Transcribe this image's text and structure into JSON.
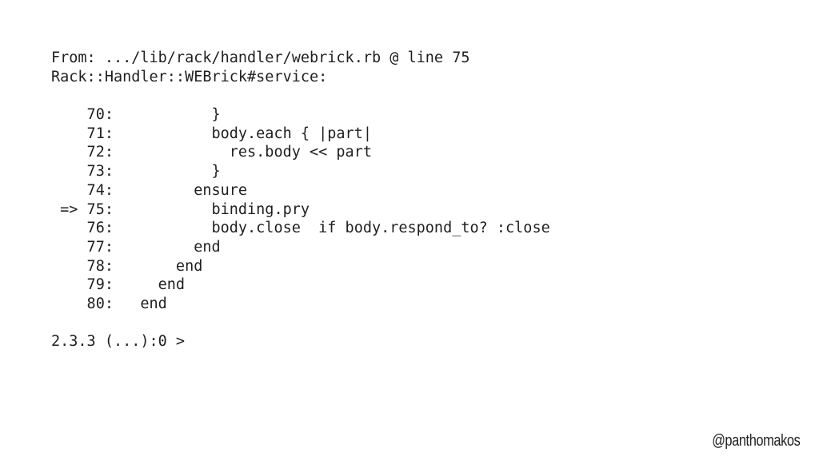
{
  "session": {
    "from_line": "From: .../lib/rack/handler/webrick.rb @ line 75",
    "method_line": "Rack::Handler::WEBrick#service:",
    "code_lines": [
      "    70:           }",
      "    71:           body.each { |part|",
      "    72:             res.body << part",
      "    73:           }",
      "    74:         ensure",
      " => 75:           binding.pry",
      "    76:           body.close  if body.respond_to? :close",
      "    77:         end",
      "    78:       end",
      "    79:     end",
      "    80:   end"
    ],
    "prompt": "2.3.3 (...):0 > "
  },
  "footer": {
    "handle": "@panthomakos"
  }
}
